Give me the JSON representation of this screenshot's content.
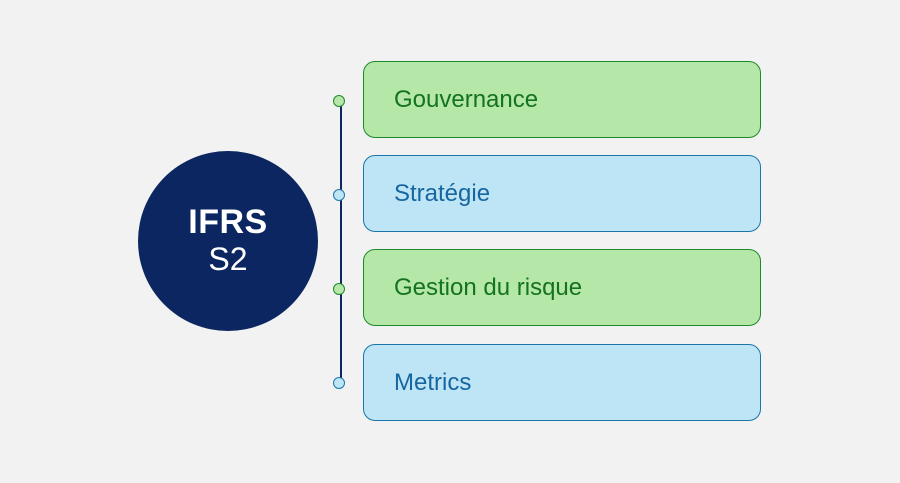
{
  "center": {
    "line1": "IFRS",
    "line2": "S2"
  },
  "items": [
    {
      "label": "Gouvernance",
      "color": "green"
    },
    {
      "label": "Stratégie",
      "color": "blue"
    },
    {
      "label": "Gestion du risque",
      "color": "green"
    },
    {
      "label": "Metrics",
      "color": "blue"
    }
  ],
  "colors": {
    "background": "#f2f2f2",
    "circle": "#0b2660",
    "green_fill": "#b5e7a9",
    "green_border": "#1d8a2a",
    "green_text": "#13731f",
    "blue_fill": "#bde5f5",
    "blue_border": "#1a76a8",
    "blue_text": "#1766a0"
  }
}
